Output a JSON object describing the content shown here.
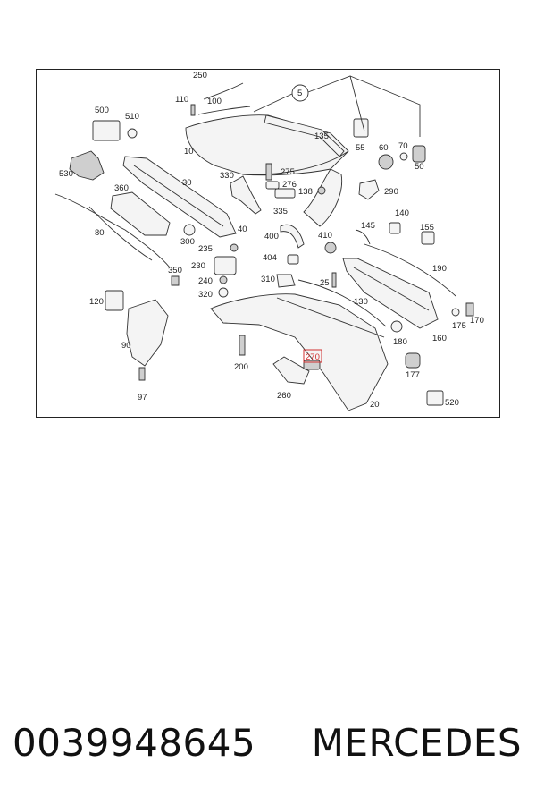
{
  "diagram": {
    "callouts": [
      "250",
      "110",
      "100",
      "5",
      "500",
      "510",
      "10",
      "135",
      "55",
      "60",
      "70",
      "50",
      "530",
      "30",
      "330",
      "275",
      "276",
      "138",
      "290",
      "360",
      "335",
      "145",
      "140",
      "155",
      "80",
      "300",
      "40",
      "400",
      "410",
      "235",
      "404",
      "190",
      "230",
      "240",
      "310",
      "25",
      "350",
      "320",
      "120",
      "130",
      "170",
      "175",
      "180",
      "160",
      "90",
      "200",
      "270",
      "177",
      "260",
      "20",
      "520",
      "97"
    ],
    "highlighted_callout": "270",
    "highlight_color": "#d03030",
    "background_color": "#ffffff",
    "stroke_color": "#333333"
  },
  "caption": {
    "part_number": "0039948645",
    "brand": "MERCEDES"
  }
}
